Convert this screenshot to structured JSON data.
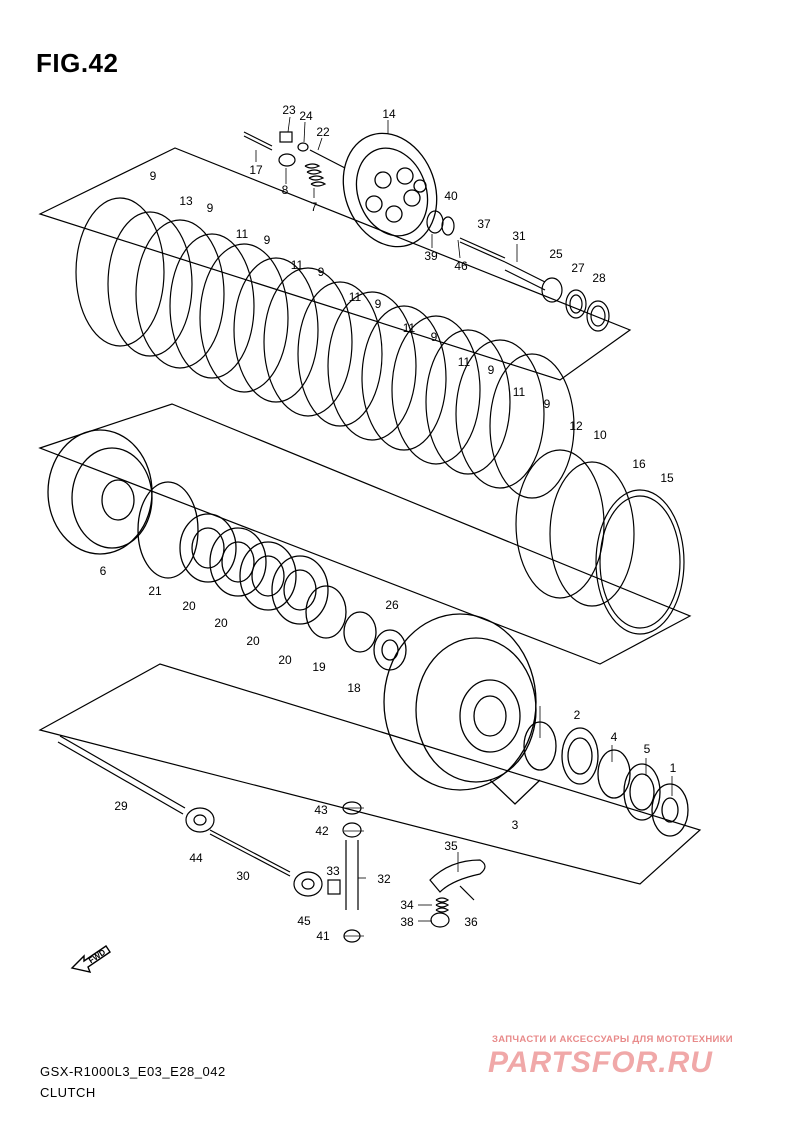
{
  "figure": {
    "title": "FIG.42",
    "model_code": "GSX-R1000L3_E03_E28_042",
    "name": "CLUTCH",
    "fwd_label": "FWD"
  },
  "watermark": {
    "tagline": "ЗАПЧАСТИ И АКСЕССУАРЫ ДЛЯ МОТОТЕХНИКИ",
    "brand": "PARTSFOR.RU"
  },
  "callouts": [
    {
      "id": "c23",
      "text": "23"
    },
    {
      "id": "c24",
      "text": "24"
    },
    {
      "id": "c22",
      "text": "22"
    },
    {
      "id": "c14",
      "text": "14"
    },
    {
      "id": "c17",
      "text": "17"
    },
    {
      "id": "c8",
      "text": "8"
    },
    {
      "id": "c7",
      "text": "7"
    },
    {
      "id": "c40",
      "text": "40"
    },
    {
      "id": "c39",
      "text": "39"
    },
    {
      "id": "c37",
      "text": "37"
    },
    {
      "id": "c46",
      "text": "46"
    },
    {
      "id": "c31",
      "text": "31"
    },
    {
      "id": "c25",
      "text": "25"
    },
    {
      "id": "c27",
      "text": "27"
    },
    {
      "id": "c28",
      "text": "28"
    },
    {
      "id": "c9a",
      "text": "9"
    },
    {
      "id": "c13",
      "text": "13"
    },
    {
      "id": "c9b",
      "text": "9"
    },
    {
      "id": "c11a",
      "text": "11"
    },
    {
      "id": "c9c",
      "text": "9"
    },
    {
      "id": "c11b",
      "text": "11"
    },
    {
      "id": "c9d",
      "text": "9"
    },
    {
      "id": "c11c",
      "text": "11"
    },
    {
      "id": "c9e",
      "text": "9"
    },
    {
      "id": "c11d",
      "text": "11"
    },
    {
      "id": "c9f",
      "text": "9"
    },
    {
      "id": "c11e",
      "text": "11"
    },
    {
      "id": "c9g",
      "text": "9"
    },
    {
      "id": "c11f",
      "text": "11"
    },
    {
      "id": "c9h",
      "text": "9"
    },
    {
      "id": "c12",
      "text": "12"
    },
    {
      "id": "c10",
      "text": "10"
    },
    {
      "id": "c16",
      "text": "16"
    },
    {
      "id": "c15",
      "text": "15"
    },
    {
      "id": "c6",
      "text": "6"
    },
    {
      "id": "c21",
      "text": "21"
    },
    {
      "id": "c20a",
      "text": "20"
    },
    {
      "id": "c20b",
      "text": "20"
    },
    {
      "id": "c20c",
      "text": "20"
    },
    {
      "id": "c20d",
      "text": "20"
    },
    {
      "id": "c19",
      "text": "19"
    },
    {
      "id": "c26",
      "text": "26"
    },
    {
      "id": "c18",
      "text": "18"
    },
    {
      "id": "c2",
      "text": "2"
    },
    {
      "id": "c4",
      "text": "4"
    },
    {
      "id": "c5",
      "text": "5"
    },
    {
      "id": "c1",
      "text": "1"
    },
    {
      "id": "c3",
      "text": "3"
    },
    {
      "id": "c29",
      "text": "29"
    },
    {
      "id": "c44",
      "text": "44"
    },
    {
      "id": "c43",
      "text": "43"
    },
    {
      "id": "c42",
      "text": "42"
    },
    {
      "id": "c33",
      "text": "33"
    },
    {
      "id": "c32",
      "text": "32"
    },
    {
      "id": "c30",
      "text": "30"
    },
    {
      "id": "c45",
      "text": "45"
    },
    {
      "id": "c41",
      "text": "41"
    },
    {
      "id": "c35",
      "text": "35"
    },
    {
      "id": "c34",
      "text": "34"
    },
    {
      "id": "c38",
      "text": "38"
    },
    {
      "id": "c36",
      "text": "36"
    }
  ]
}
